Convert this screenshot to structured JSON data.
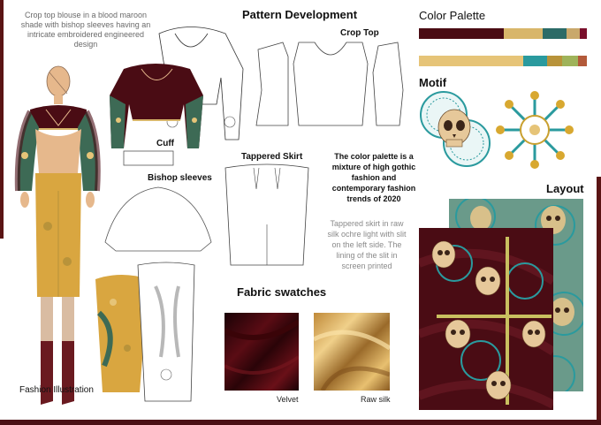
{
  "fashion_description": "Crop top blouse in a blood maroon shade with bishop sleeves having an intricate embroidered engineered design",
  "fashion_illustration_label": "Fashion Illustration",
  "cuff_label": "Cuff",
  "bishop_sleeves_label": "Bishop sleeves",
  "pattern_development_title": "Pattern Development",
  "crop_top_label": "Crop Top",
  "tapered_skirt_label": "Tappered Skirt",
  "palette_note": "The color palette is a mixture of high gothic fashion and contemporary  fashion trends of 2020",
  "skirt_note": "Tappered skirt in raw silk ochre light with slit on the left side. The lining of the slit in screen printed",
  "fabric_swatches_title": "Fabric swatches",
  "swatch_velvet_label": "Velvet",
  "swatch_rawsilk_label": "Raw silk",
  "color_palette_title": "Color Palette",
  "motif_title": "Motif",
  "layout_title": "Layout",
  "palette_colors": {
    "maroon": "#4a0c14",
    "ochre": "#d8b66a",
    "teal": "#2c6b67",
    "tan": "#c9a86b",
    "crimson": "#7a0f2b",
    "sand": "#e6c478",
    "turquoise": "#2a9a9e",
    "mustard": "#b8933a",
    "olive": "#9fb35a",
    "rust": "#b35a3a"
  }
}
